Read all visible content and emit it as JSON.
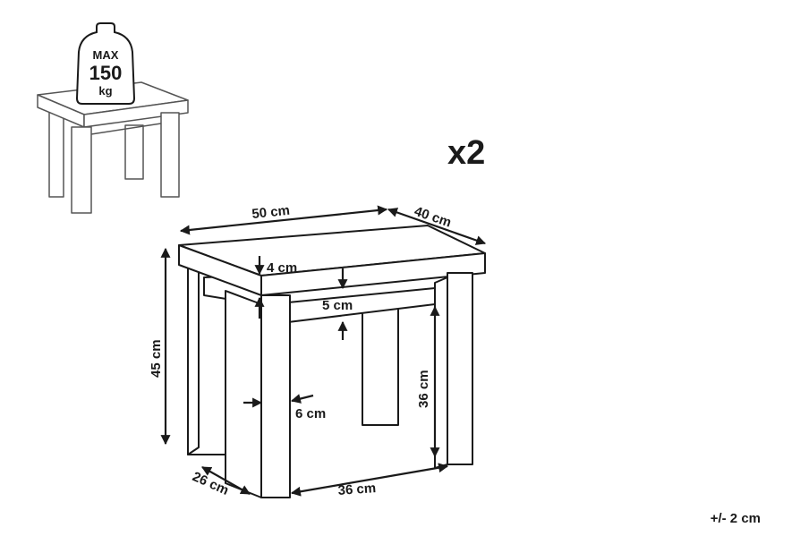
{
  "badge": {
    "line1": "MAX",
    "line2": "150",
    "line3": "kg"
  },
  "quantity": "x2",
  "dimensions": {
    "width": "50 cm",
    "depth": "40 cm",
    "height": "45 cm",
    "top_thickness": "4 cm",
    "apron_height": "5 cm",
    "leg_height": "36 cm",
    "leg_width": "6 cm",
    "inner_depth": "26 cm",
    "inner_width": "36 cm"
  },
  "tolerance": "+/- 2 cm"
}
